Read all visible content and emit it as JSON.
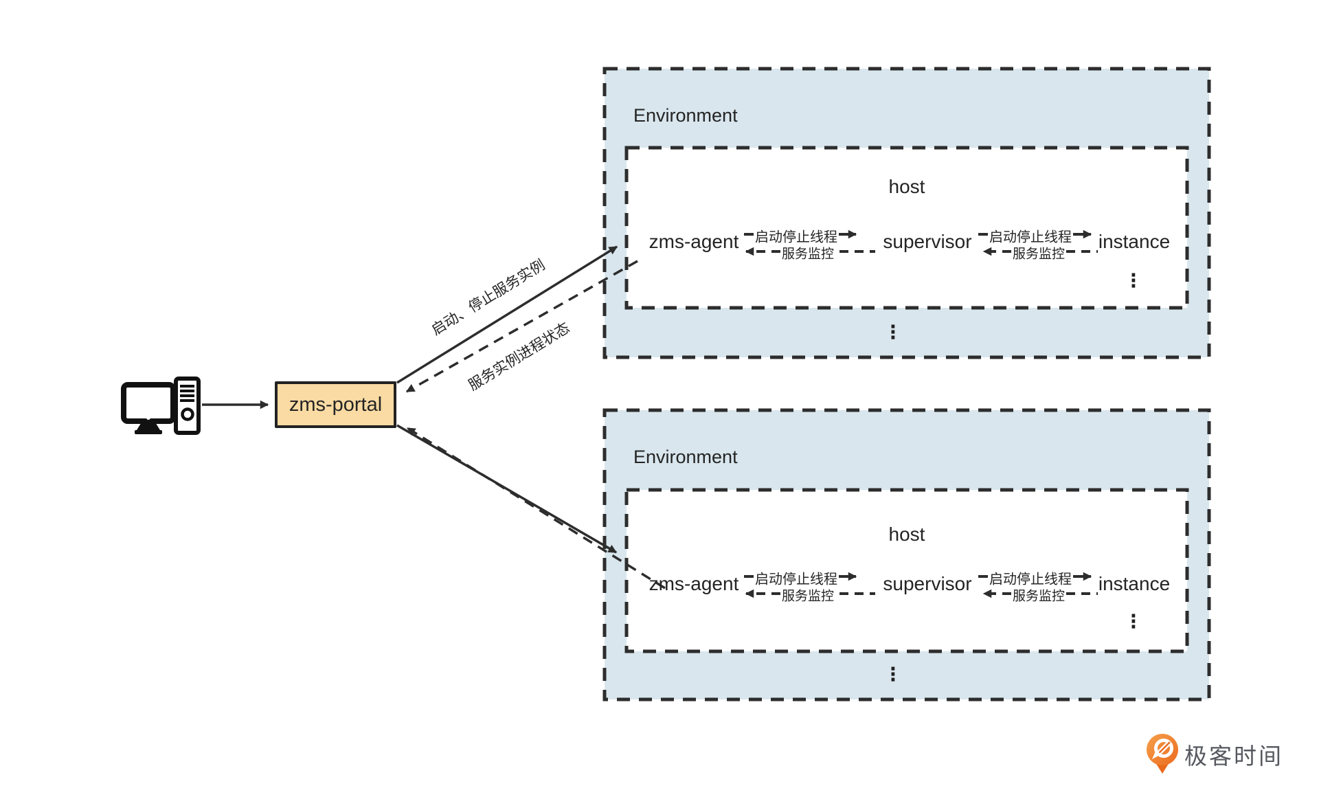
{
  "diagram": {
    "portal": {
      "label": "zms-portal"
    },
    "flows": {
      "to_env_label": "启动、停止服务实例",
      "from_env_label": "服务实例进程状态"
    },
    "links": {
      "start_stop_thread": "启动停止线程",
      "service_monitor": "服务监控"
    },
    "ellipsis": "⋮",
    "environments": [
      {
        "label": "Environment",
        "host": {
          "label": "host",
          "nodes": [
            "zms-agent",
            "supervisor",
            "instance"
          ]
        }
      },
      {
        "label": "Environment",
        "host": {
          "label": "host",
          "nodes": [
            "zms-agent",
            "supervisor",
            "instance"
          ]
        }
      }
    ],
    "footer": {
      "brand": "极客时间"
    }
  },
  "colors": {
    "environment_fill": "#d9e6ed",
    "portal_fill": "#f9dba3",
    "stroke": "#2d2d2d",
    "text": "#242424",
    "brand_orange": "#ec6b1e",
    "brand_text": "#55585e"
  }
}
